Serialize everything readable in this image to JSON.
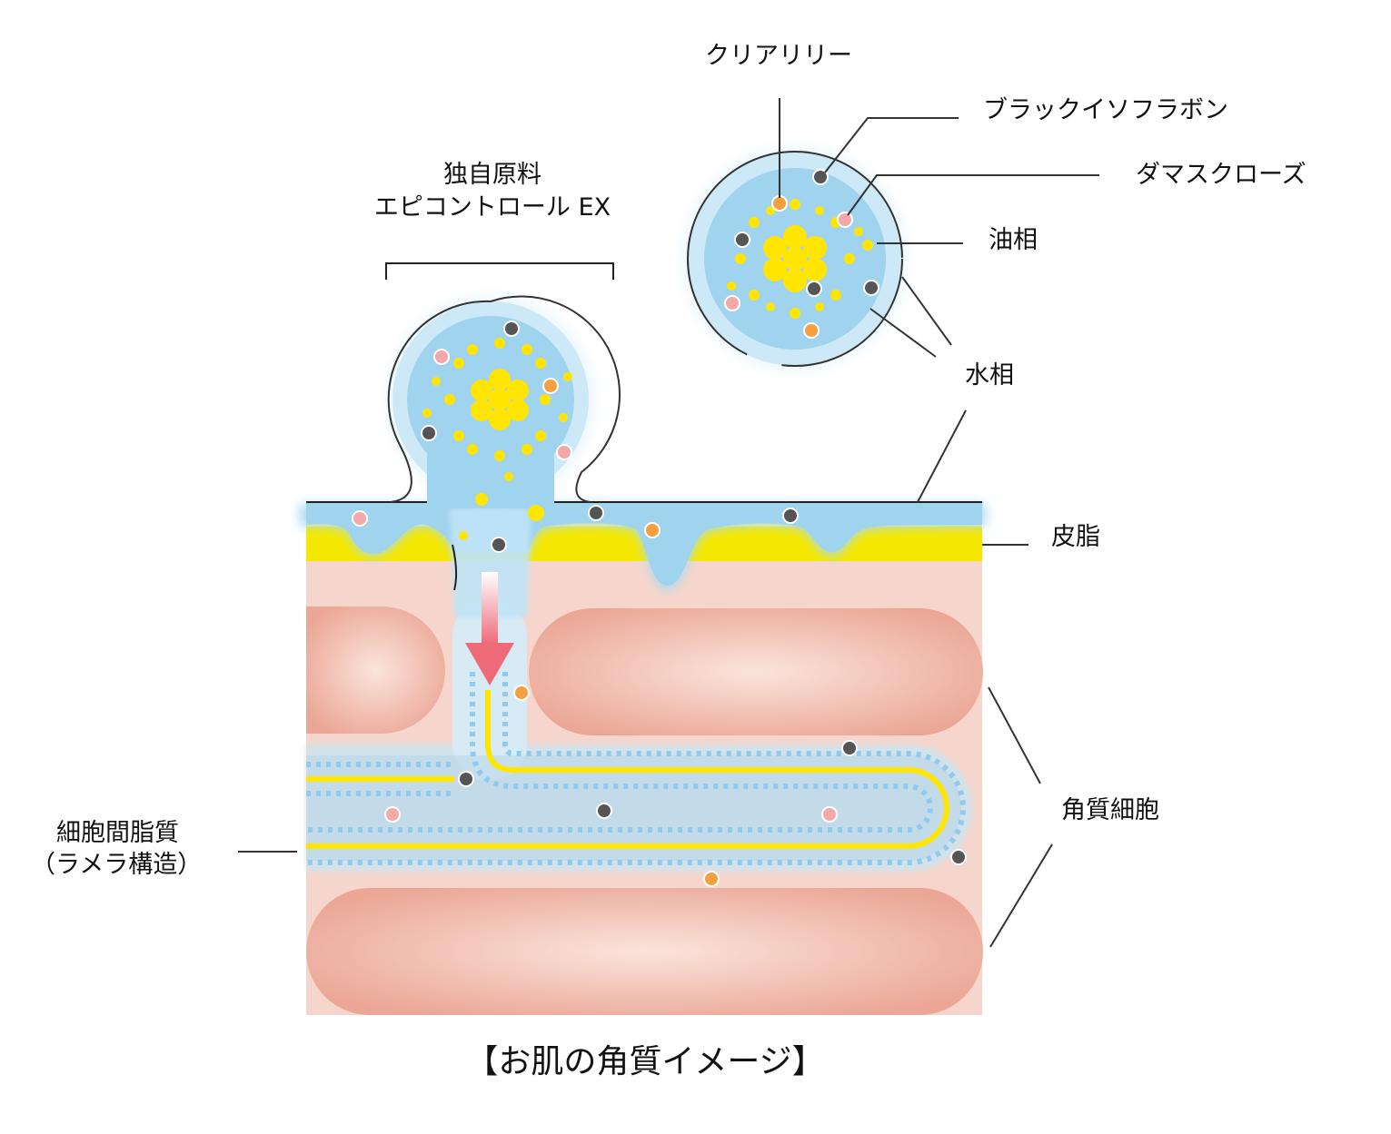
{
  "labels": {
    "clear_lily": "クリアリリー",
    "black_isoflavone": "ブラックイソフラボン",
    "damask_rose": "ダマスクローズ",
    "oil_phase": "油相",
    "water_phase": "水相",
    "sebum": "皮脂",
    "corneocyte": "角質細胞",
    "intercellular_lipid_line1": "細胞間脂質",
    "intercellular_lipid_line2": "（ラメラ構造）",
    "original_material_line1": "独自原料",
    "original_material_line2": "エピコントロール EX"
  },
  "caption": "【お肌の角質イメージ】",
  "colors": {
    "corneocyte": "#eca898",
    "skin_base": "#f6d6cc",
    "sebum": "#f5e800",
    "water": "#9fd3ee",
    "lipid": "#ffe500",
    "arrow": "#ee6a78",
    "clear_lily": "#f5a040",
    "black_isoflavone": "#555555",
    "damask_rose": "#f4a8a8"
  }
}
